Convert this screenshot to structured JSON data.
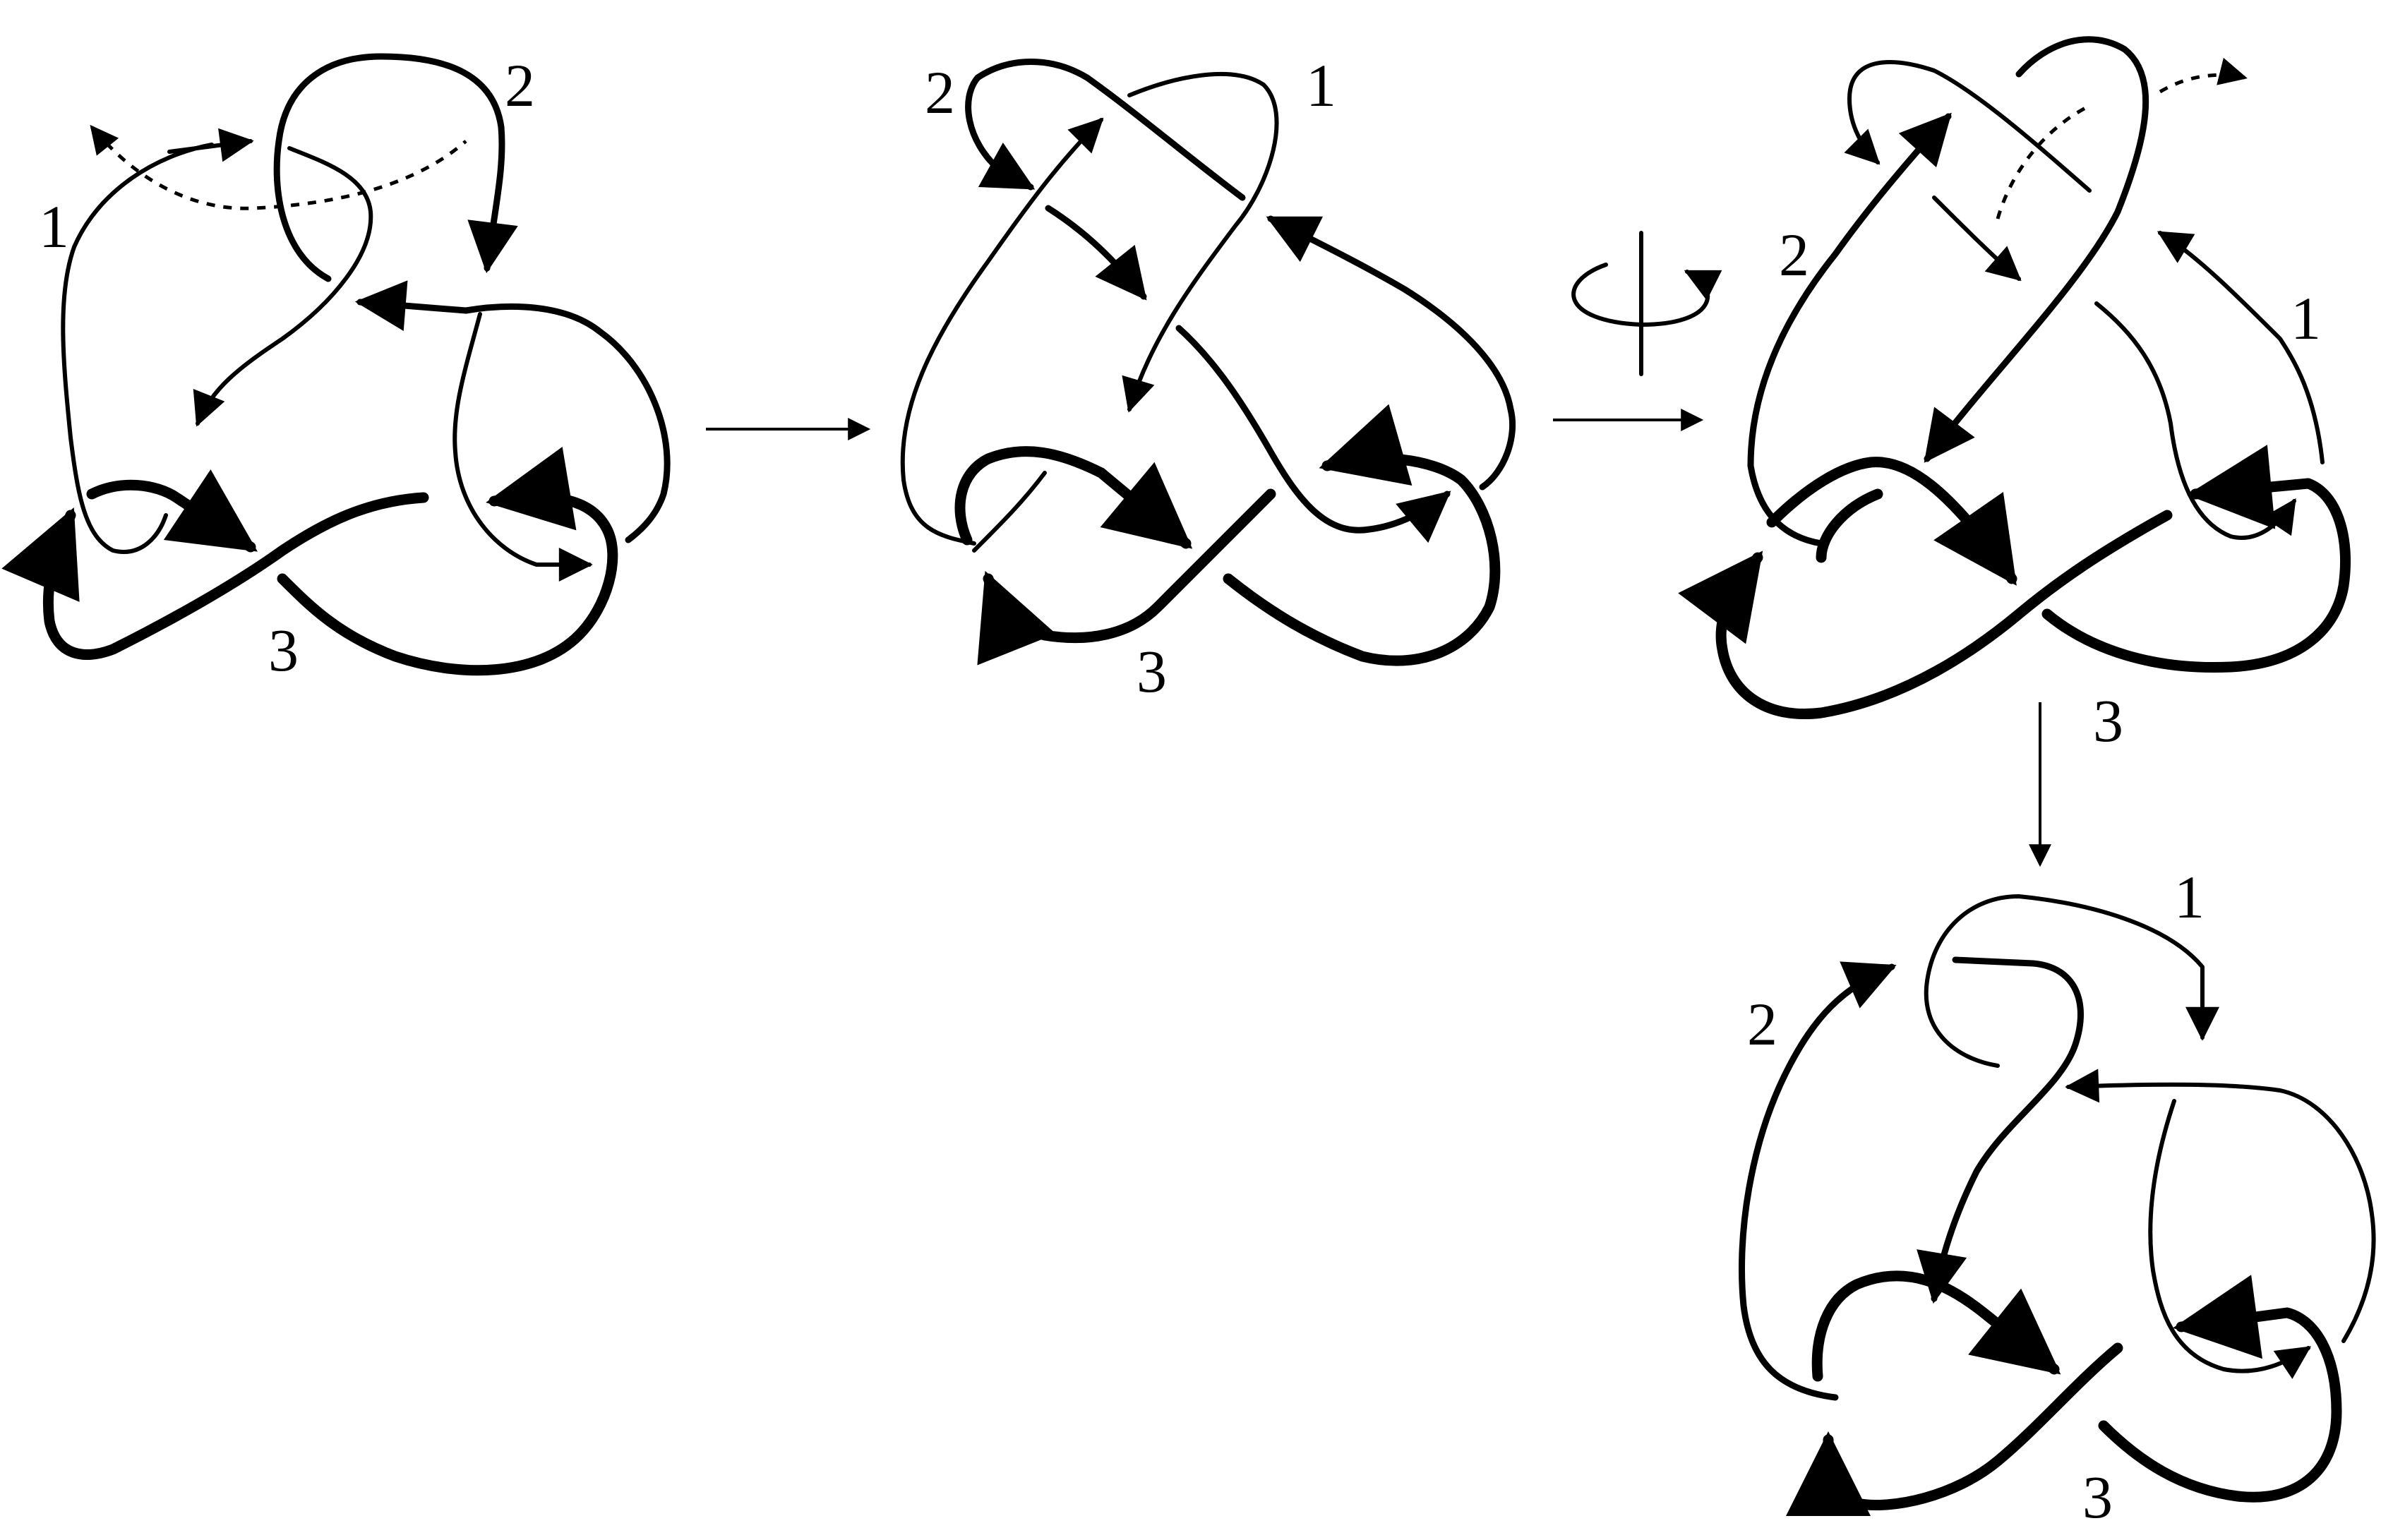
{
  "diagram": {
    "knots": [
      {
        "id": "knot-a",
        "strand_labels": [
          "1",
          "2",
          "3"
        ]
      },
      {
        "id": "knot-b",
        "strand_labels": [
          "2",
          "1",
          "3"
        ]
      },
      {
        "id": "knot-c",
        "strand_labels": [
          "2",
          "1",
          "3"
        ]
      },
      {
        "id": "knot-d",
        "strand_labels": [
          "1",
          "2",
          "3"
        ]
      }
    ],
    "rotation_symbol": "ψ",
    "colors": {
      "stroke": "#000000",
      "background": "#ffffff"
    }
  }
}
